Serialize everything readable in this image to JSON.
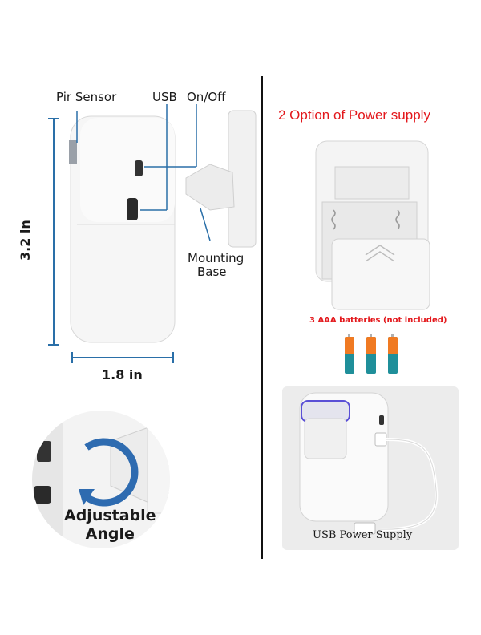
{
  "labels": {
    "pir_sensor": "Pir Sensor",
    "usb": "USB",
    "on_off": "On/Off",
    "mounting_base_line1": "Mounting",
    "mounting_base_line2": "Base",
    "height": "3.2 in",
    "width": "1.8 in",
    "adjustable_line1": "Adjustable",
    "adjustable_line2": "Angle"
  },
  "power": {
    "title": "2 Option of Power supply",
    "battery_note": "3 AAA batteries (not included)",
    "usb_supply": "USB Power Supply"
  },
  "colors": {
    "accent_red": "#e3181c",
    "dimension_blue": "#2a6fa8",
    "battery_orange": "#f07a22",
    "battery_teal": "#1f8f9a"
  }
}
